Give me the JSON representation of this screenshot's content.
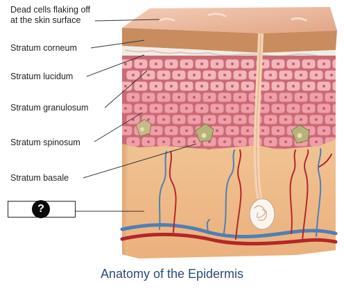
{
  "labels": {
    "dead_cells_line1": "Dead cells flaking  off",
    "dead_cells_line2": "at the skin surface",
    "stratum_corneum": "Stratum corneum",
    "stratum_lucidum": "Stratum lucidum",
    "stratum_granulosum": "Stratum granulosum",
    "stratum_spinosum": "Stratum spinosum",
    "stratum_basale": "Stratum basale"
  },
  "hidden_label": {
    "symbol": "?"
  },
  "caption": "Anatomy of the Epidermis",
  "icons": {
    "question": "question-mark-icon"
  },
  "colors": {
    "caption": "#2b4a7a",
    "skin_top": "#e8b49a",
    "corneum": "#c98c5e",
    "cells": "#e99aa6",
    "dermis": "#f1c08e",
    "artery": "#b3262a",
    "vein": "#4f7fb5"
  }
}
